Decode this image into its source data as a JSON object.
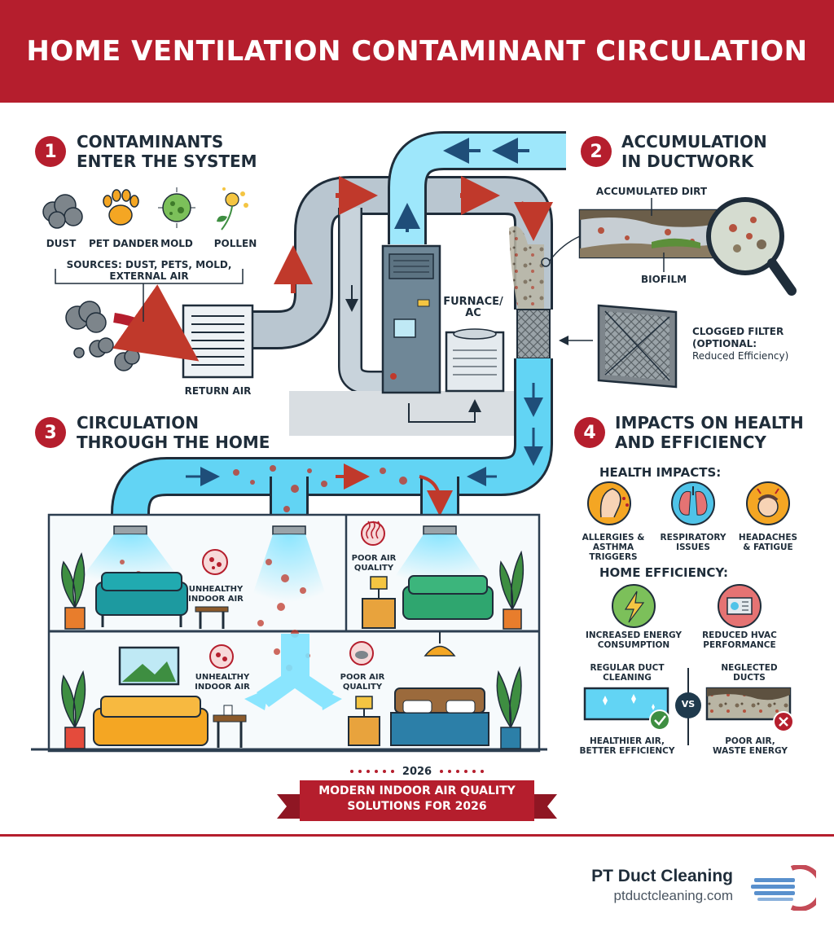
{
  "title": "HOME VENTILATION CONTAMINANT CIRCULATION",
  "steps": [
    {
      "num": "1",
      "title_l1": "CONTAMINANTS",
      "title_l2": "ENTER THE SYSTEM"
    },
    {
      "num": "2",
      "title_l1": "ACCUMULATION",
      "title_l2": "IN DUCTWORK"
    },
    {
      "num": "3",
      "title_l1": "CIRCULATION",
      "title_l2": "THROUGH THE HOME"
    },
    {
      "num": "4",
      "title_l1": "IMPACTS ON HEALTH",
      "title_l2": "AND EFFICIENCY"
    }
  ],
  "contaminants": {
    "items": [
      "DUST",
      "PET DANDER",
      "MOLD",
      "POLLEN"
    ],
    "sources_l1": "SOURCES: DUST, PETS, MOLD,",
    "sources_l2": "EXTERNAL AIR"
  },
  "hvac": {
    "return_air": "RETURN AIR",
    "furnace_l1": "FURNACE/",
    "furnace_l2": "AC"
  },
  "ductwork": {
    "accumulated_dirt": "ACCUMULATED DIRT",
    "biofilm": "BIOFILM",
    "filter_l1": "CLOGGED FILTER",
    "filter_l2": "(OPTIONAL:",
    "filter_l3": "Reduced Efficiency)"
  },
  "home": {
    "unhealthy_1_l1": "UNHEALTHY",
    "unhealthy_1_l2": "INDOOR AIR",
    "poor_1_l1": "POOR AIR",
    "poor_1_l2": "QUALITY",
    "unhealthy_2_l1": "UNHEALTHY",
    "unhealthy_2_l2": "INDOOR AIR",
    "poor_2_l1": "POOR AIR",
    "poor_2_l2": "QUALITY"
  },
  "impacts": {
    "health_heading": "HEALTH IMPACTS:",
    "health": [
      {
        "l1": "ALLERGIES &",
        "l2": "ASTHMA TRIGGERS"
      },
      {
        "l1": "RESPIRATORY",
        "l2": "ISSUES"
      },
      {
        "l1": "HEADACHES",
        "l2": "& FATIGUE"
      }
    ],
    "efficiency_heading": "HOME EFFICIENCY:",
    "efficiency": [
      {
        "l1": "INCREASED ENERGY",
        "l2": "CONSUMPTION"
      },
      {
        "l1": "REDUCED HVAC",
        "l2": "PERFORMANCE"
      }
    ],
    "compare": {
      "left_l1": "REGULAR DUCT",
      "left_l2": "CLEANING",
      "right_l1": "NEGLECTED",
      "right_l2": "DUCTS",
      "vs": "VS",
      "left_result_l1": "HEALTHIER AIR,",
      "left_result_l2": "BETTER EFFICIENCY",
      "right_result_l1": "POOR AIR,",
      "right_result_l2": "WASTE ENERGY"
    }
  },
  "ribbon": {
    "year": "2026",
    "text_l1": "MODERN INDOOR AIR QUALITY",
    "text_l2": "SOLUTIONS FOR 2026"
  },
  "brand": {
    "name": "PT Duct Cleaning",
    "url": "ptductcleaning.com"
  },
  "colors": {
    "accent_red": "#b51e2d",
    "duct_blue": "#5fd3f3",
    "duct_gray": "#b9c6d0"
  }
}
